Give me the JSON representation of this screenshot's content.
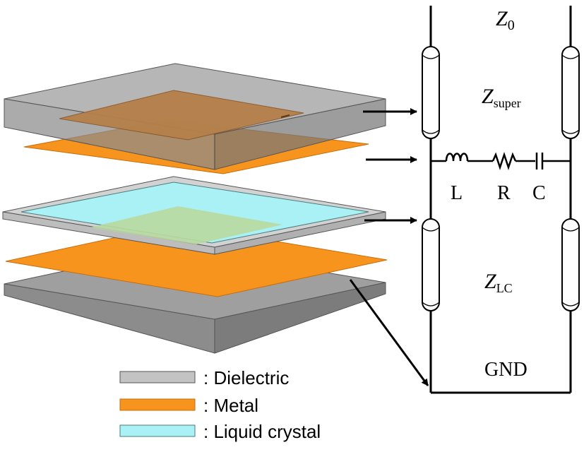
{
  "circuit": {
    "z0": {
      "main": "Z",
      "sub": "0"
    },
    "zsuper": {
      "main": "Z",
      "sub": "super"
    },
    "zlc": {
      "main": "Z",
      "sub": "LC"
    },
    "inductor_label": "L",
    "resistor_label": "R",
    "capacitor_label": "C",
    "gnd_label": "GND"
  },
  "legend": {
    "items": [
      {
        "label": ": Dielectric",
        "color": "#c3c3c3"
      },
      {
        "label": ": Metal",
        "color": "#f7941d"
      },
      {
        "label": ": Liquid crystal",
        "color": "#a9f1f5"
      }
    ]
  },
  "colors": {
    "dielectric": "#a9a9a9",
    "metal": "#f7941d",
    "liquid_crystal": "#a9f1f5",
    "line": "#000000"
  }
}
